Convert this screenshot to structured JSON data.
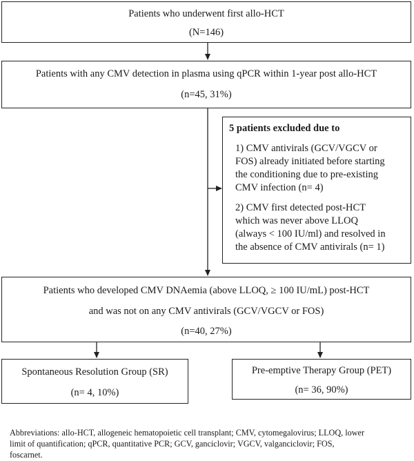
{
  "box1": {
    "line1": "Patients who underwent first allo-HCT",
    "line2": "(N=146)"
  },
  "box2": {
    "line1": "Patients with any CMV detection in plasma using qPCR within 1-year post allo-HCT",
    "line2": "(n=45, 31%)"
  },
  "exclusion": {
    "title": "5 patients excluded due to",
    "item1": [
      "1) CMV antivirals (GCV/VGCV or",
      "FOS) already initiated before starting",
      "the conditioning due to pre-existing",
      "CMV infection (n= 4)"
    ],
    "item2": [
      "2) CMV first detected post-HCT",
      "which was never above LLOQ",
      "(always < 100 IU/ml) and resolved in",
      "the absence of CMV antivirals (n= 1)"
    ]
  },
  "box3": {
    "line1": "Patients who developed CMV DNAemia (above LLOQ, ≥ 100 IU/mL) post-HCT",
    "line2": "and was not on any CMV antivirals (GCV/VGCV or FOS)",
    "line3": "(n=40, 27%)"
  },
  "sr": {
    "line1": "Spontaneous Resolution Group (SR)",
    "line2": "(n= 4, 10%)"
  },
  "pet": {
    "line1": "Pre-emptive Therapy Group (PET)",
    "line2": "(n= 36, 90%)"
  },
  "abbreviations": [
    "Abbreviations: allo-HCT, allogeneic hematopoietic cell transplant; CMV, cytomegalovirus; LLOQ, lower",
    "limit of quantification; qPCR, quantitative PCR; GCV, ganciclovir; VGCV, valganciclovir; FOS,",
    "foscarnet."
  ]
}
